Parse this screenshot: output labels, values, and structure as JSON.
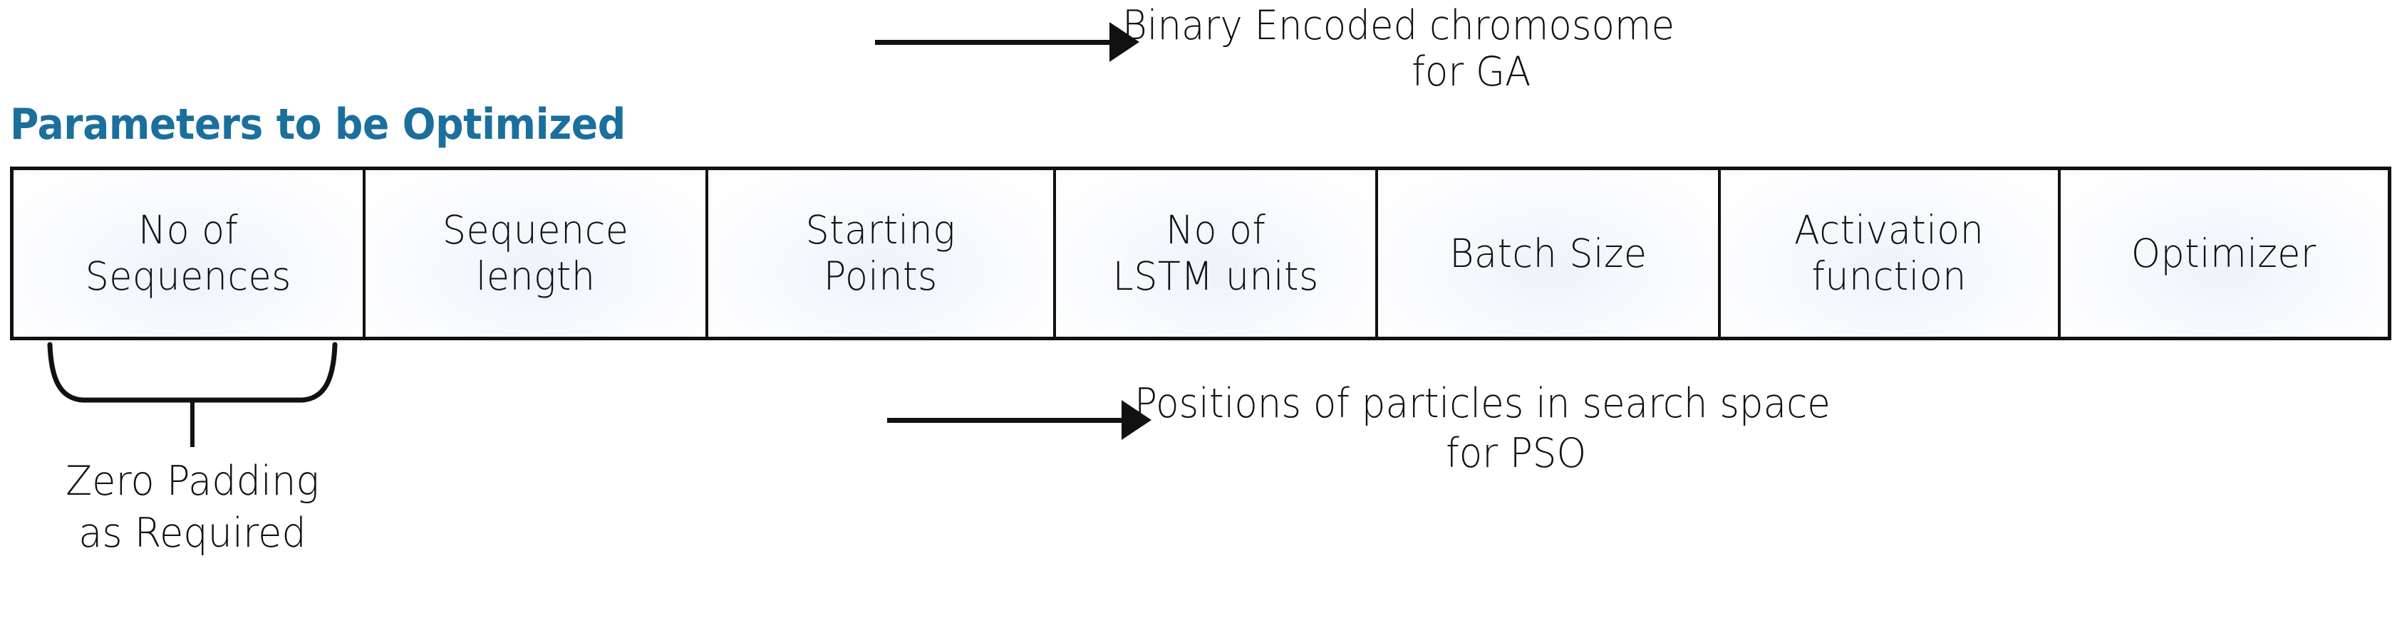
{
  "figure": {
    "title": "Parameters to be Optimized",
    "title_color": "#1b6f9c",
    "line_color": "#111111"
  },
  "table": {
    "cells": [
      {
        "line1": "No of",
        "line2": "Sequences"
      },
      {
        "line1": "Sequence",
        "line2": "length"
      },
      {
        "line1": "Starting",
        "line2": "Points"
      },
      {
        "line1": "No of",
        "line2": "LSTM units"
      },
      {
        "line1": "Batch Size",
        "line2": ""
      },
      {
        "line1": "Activation",
        "line2": "function"
      },
      {
        "line1": "Optimizer",
        "line2": ""
      }
    ]
  },
  "annotations": {
    "top": {
      "line1": "Binary Encoded chromosome",
      "line2": "for GA"
    },
    "bottom": {
      "line1": "Positions of particles in search space",
      "line2": "for PSO"
    }
  },
  "brace": {
    "caption_line1": "Zero Padding",
    "caption_line2": "as Required"
  }
}
